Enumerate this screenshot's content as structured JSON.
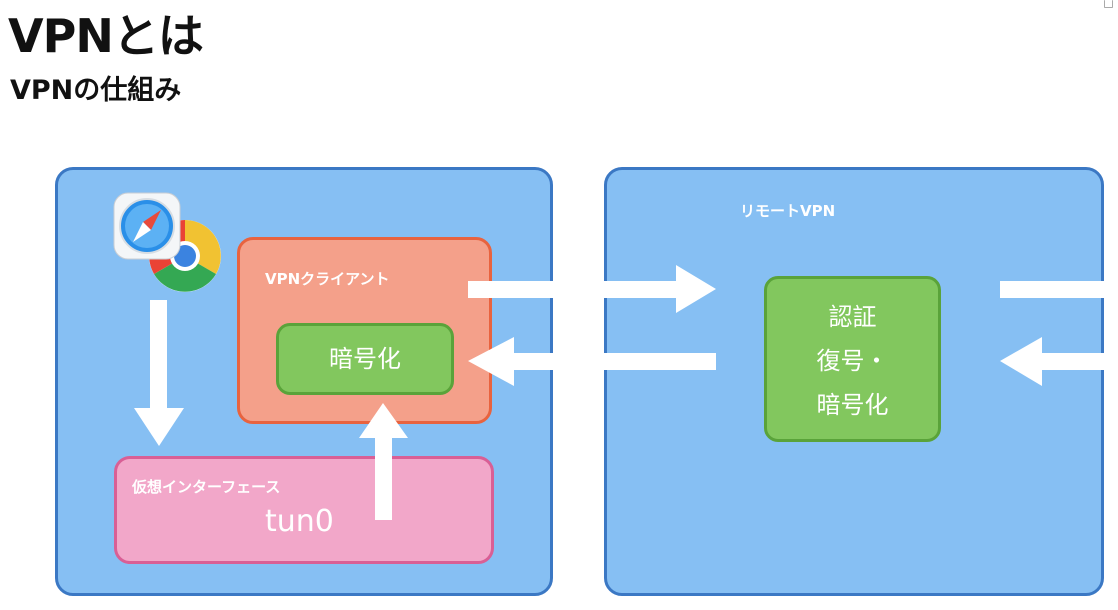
{
  "slide": {
    "title": "VPNとは",
    "subtitle": "VPNの仕組み"
  },
  "diagram": {
    "remote_label": "リモートVPN",
    "vpn_client_label": "VPNクライアント",
    "encrypt_label": "暗号化",
    "auth_lines": [
      "認証",
      "復号・",
      "暗号化"
    ],
    "virtual_interface_label": "仮想インターフェース",
    "tun_label": "tun0",
    "icons": [
      "safari-icon",
      "chrome-icon"
    ]
  },
  "colors": {
    "panel_fill": "#86bff3",
    "panel_border": "#3b78c4",
    "client_fill": "#f4a08a",
    "client_border": "#e8633f",
    "green_fill": "#82c75e",
    "green_border": "#5aa33a",
    "pink_fill": "#f2a7c9",
    "pink_border": "#d95f95",
    "arrow": "#ffffff"
  }
}
